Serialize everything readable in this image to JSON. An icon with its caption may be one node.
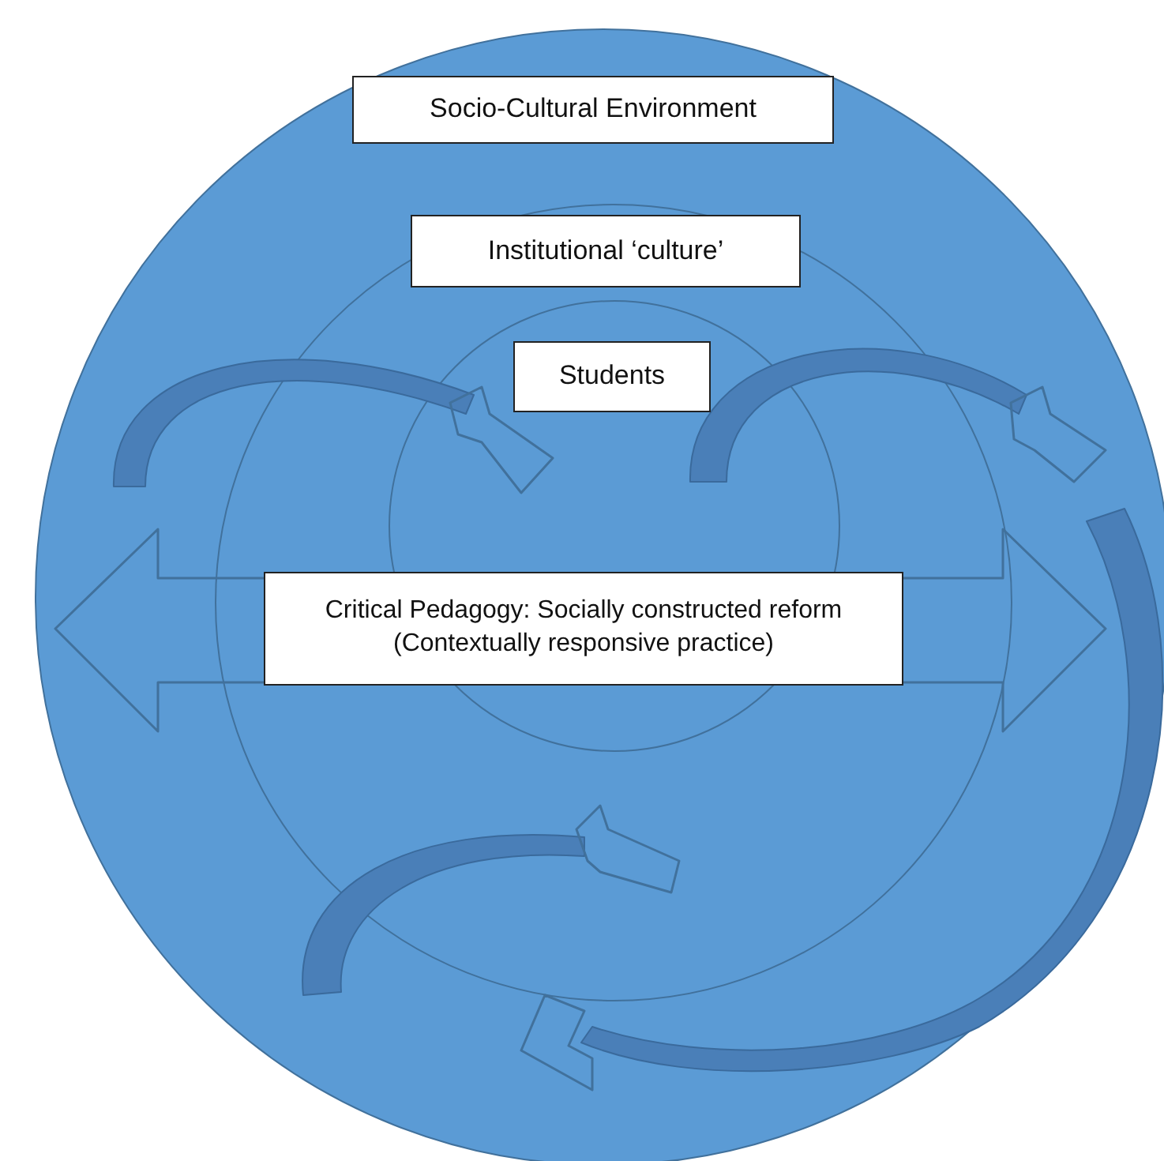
{
  "diagram": {
    "nodes": [
      {
        "text": [
          "Socio-Cultural Environment"
        ]
      },
      {
        "text": [
          "Institutional ‘culture’"
        ],
        "in": 0
      },
      {
        "text": [
          "Students"
        ],
        "in": 1
      },
      {
        "text": [
          "Critical Pedagogy: Socially constructed reform (Contextually responsive practice)"
        ],
        "in": 1
      }
    ]
  }
}
